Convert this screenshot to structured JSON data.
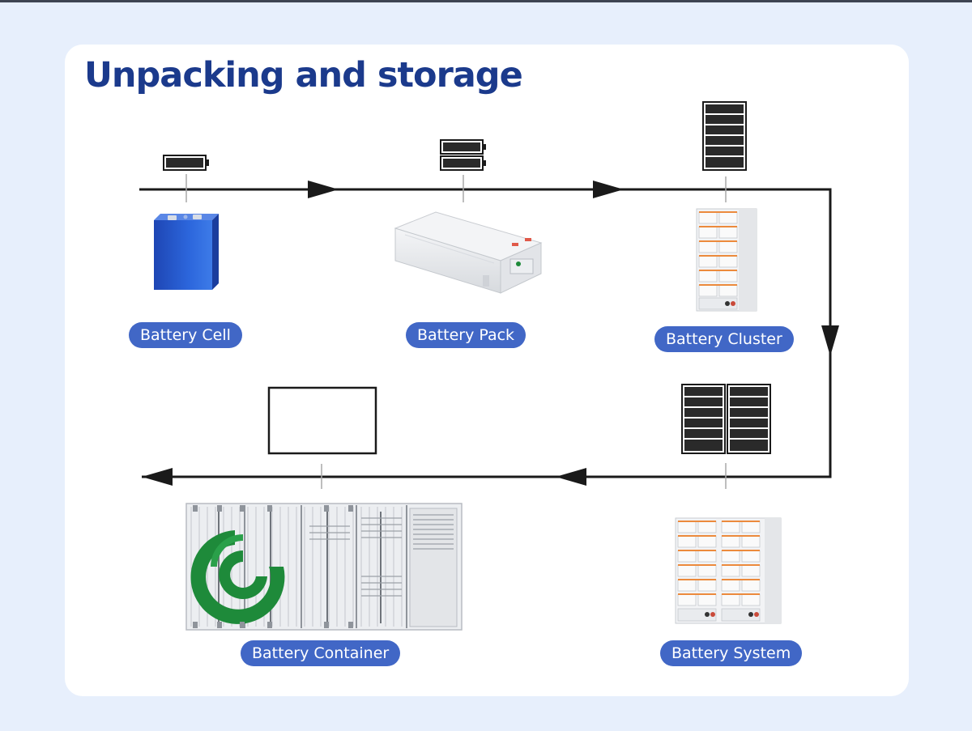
{
  "page": {
    "title": "Unpacking and storage"
  },
  "stages": [
    {
      "key": "cell",
      "label": "Battery Cell"
    },
    {
      "key": "pack",
      "label": "Battery Pack"
    },
    {
      "key": "cluster",
      "label": "Battery Cluster"
    },
    {
      "key": "system",
      "label": "Battery System"
    },
    {
      "key": "container",
      "label": "Battery Container"
    }
  ],
  "colors": {
    "title": "#1b3a8c",
    "pill": "#4167c6",
    "background": "#e7effc",
    "brand_green": "#1e8a3a"
  },
  "icons": {
    "cell": "single-battery-icon",
    "pack": "double-battery-icon",
    "cluster": "battery-rack-icon",
    "system": "double-rack-icon",
    "container": "container-outline-icon"
  }
}
